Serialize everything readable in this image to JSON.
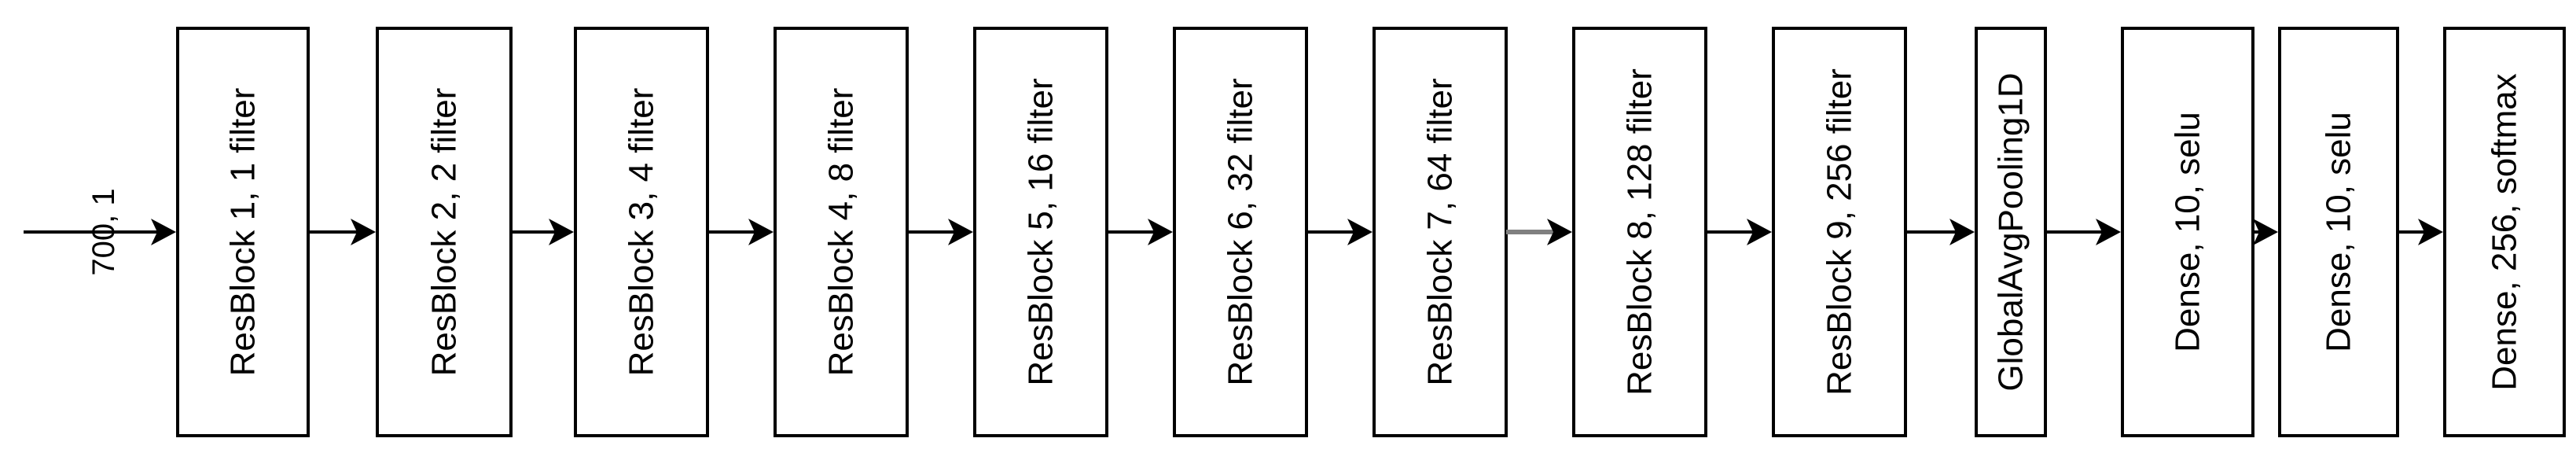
{
  "input": {
    "label": "700, 1"
  },
  "blocks": [
    {
      "label": "ResBlock 1, 1 filter"
    },
    {
      "label": "ResBlock 2, 2 filter"
    },
    {
      "label": "ResBlock 3, 4 filter"
    },
    {
      "label": "ResBlock 4, 8 filter"
    },
    {
      "label": "ResBlock 5, 16 filter"
    },
    {
      "label": "ResBlock 6, 32 filter"
    },
    {
      "label": "ResBlock 7, 64 filter"
    },
    {
      "label": "ResBlock 8, 128 filter"
    },
    {
      "label": "ResBlock 9, 256 filter"
    },
    {
      "label": "GlobalAvgPooling1D"
    },
    {
      "label": "Dense, 10, selu"
    },
    {
      "label": "Dense, 10, selu"
    },
    {
      "label": "Dense, 256, softmax"
    }
  ],
  "colors": {
    "stroke": "#000000",
    "arrow_highlight": "#808080",
    "background": "#ffffff"
  }
}
